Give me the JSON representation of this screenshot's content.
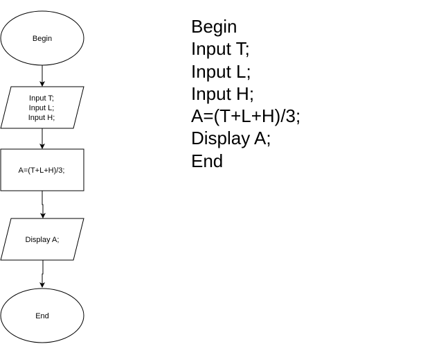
{
  "flowchart": {
    "begin": "Begin",
    "inputs": [
      "Input T;",
      "Input L;",
      "Input H;"
    ],
    "process": "A=(T+L+H)/3;",
    "output": "Display A;",
    "end": "End"
  },
  "pseudocode": {
    "lines": [
      "Begin",
      "Input T;",
      "Input L;",
      "Input H;",
      "A=(T+L+H)/3;",
      "Display A;",
      "End"
    ]
  },
  "colors": {
    "stroke": "#000000",
    "fill": "#ffffff",
    "text": "#000000"
  }
}
